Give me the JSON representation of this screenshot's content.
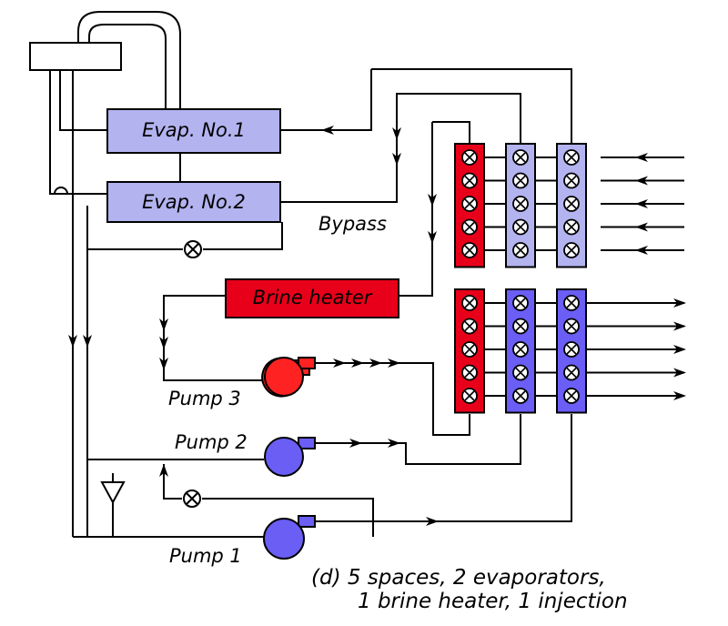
{
  "labels": {
    "evap1": "Evap. No.1",
    "evap2": "Evap. No.2",
    "brine_heater": "Brine heater",
    "bypass": "Bypass",
    "pump1": "Pump 1",
    "pump2": "Pump 2",
    "pump3": "Pump 3"
  },
  "caption": {
    "line1": "(d)  5 spaces,  2 evaporators,",
    "line2": "1 brine heater, 1 injection"
  },
  "colors": {
    "evaporator_fill": "#b3b3f0",
    "brine_heater_fill": "#e8001a",
    "hx_red": "#e8001a",
    "hx_light_blue": "#b3b3f0",
    "hx_blue": "#6a5ef5",
    "pump_red": "#ff2222",
    "pump_blue": "#6a5ef5"
  },
  "heat_exchanger": {
    "spaces": 5
  }
}
